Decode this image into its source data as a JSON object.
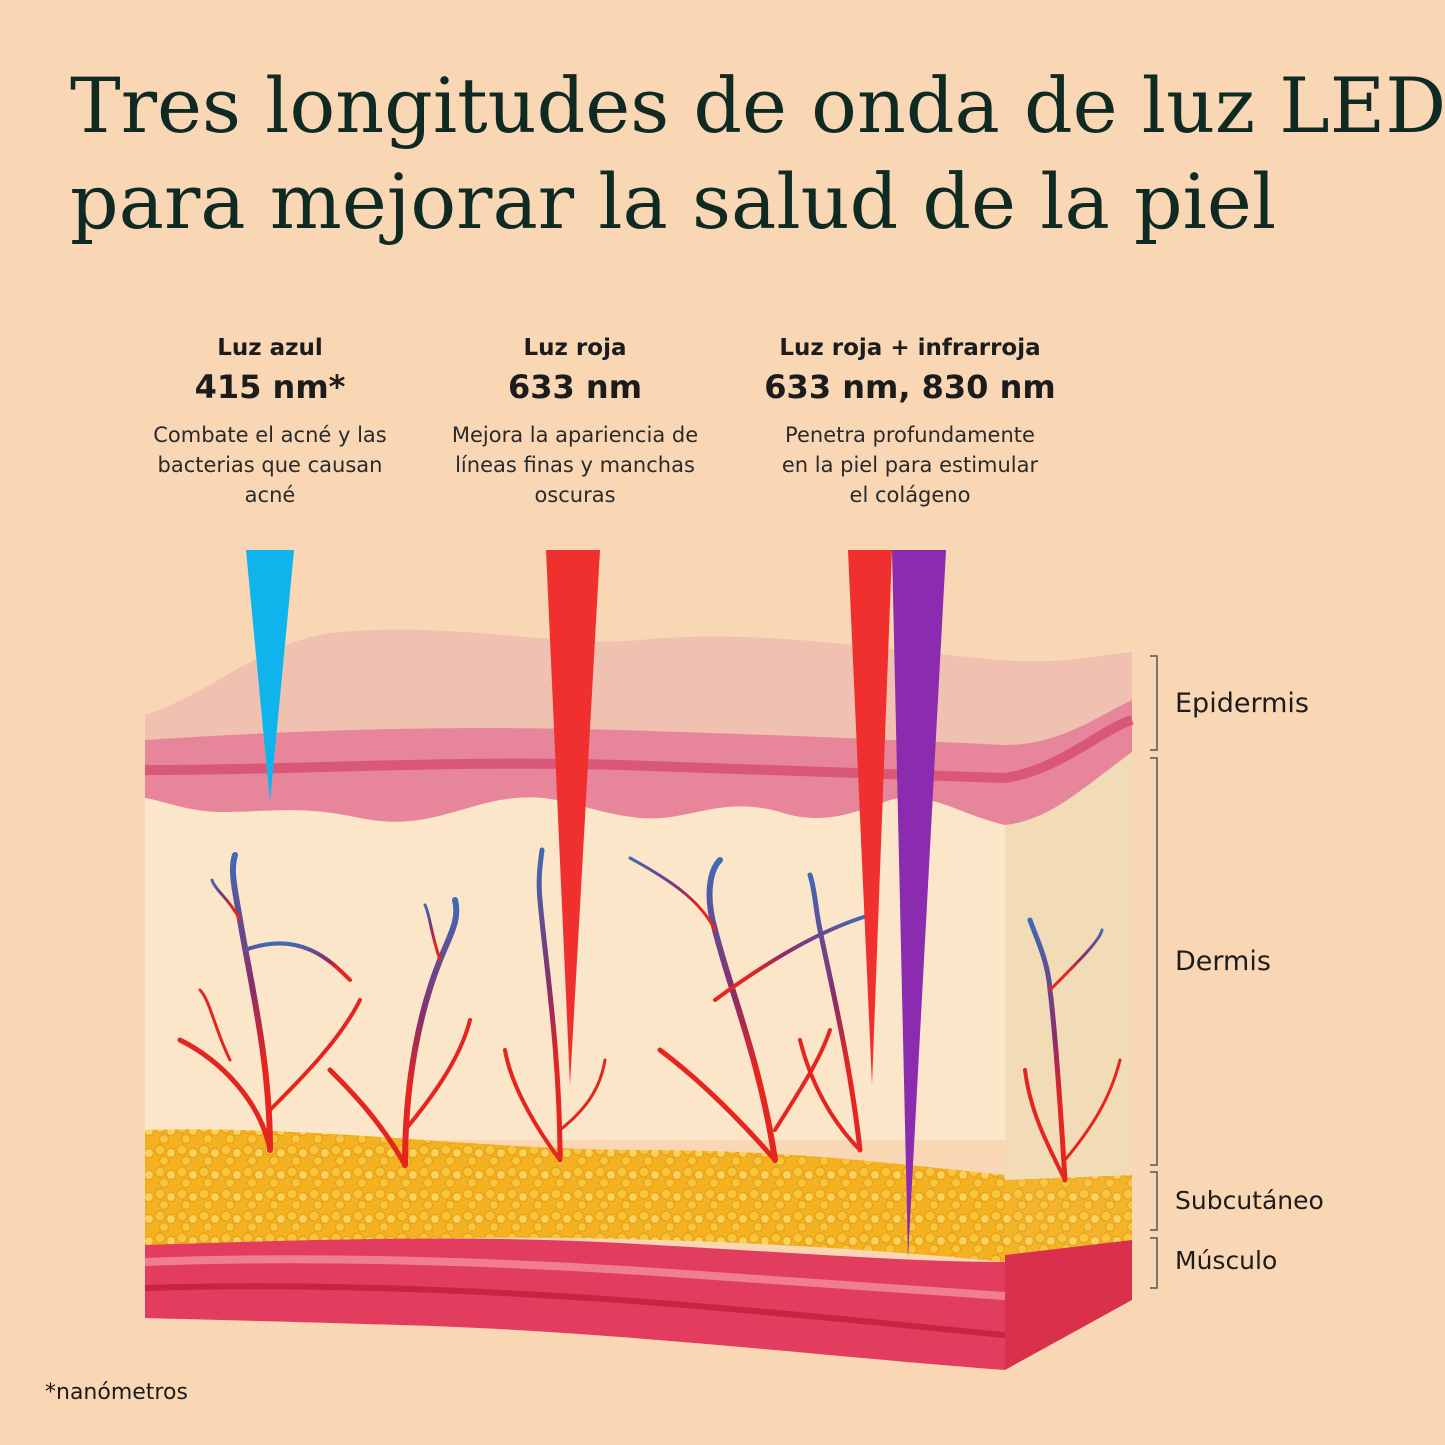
{
  "title": {
    "line1": "Tres longitudes de onda de luz LED",
    "line2": "para mejorar la salud de la piel"
  },
  "lights": [
    {
      "name": "Luz azul",
      "wavelength": "415 nm*",
      "description": [
        "Combate el acné y las",
        "bacterias que causan",
        "acné"
      ],
      "color": "#10b4ec"
    },
    {
      "name": "Luz roja",
      "wavelength": "633 nm",
      "description": [
        "Mejora la apariencia de",
        "líneas finas y manchas",
        "oscuras"
      ],
      "color": "#f0302e"
    },
    {
      "name": "Luz roja + infrarroja",
      "wavelength": "633 nm, 830 nm",
      "description": [
        "Penetra profundamente",
        "en la piel para estimular",
        "el colágeno"
      ],
      "color": "#f0302e",
      "color2": "#8b2bb0"
    }
  ],
  "layers": {
    "epidermis": "Epidermis",
    "dermis": "Dermis",
    "subcutaneous": "Subcutáneo",
    "muscle": "Músculo"
  },
  "footnote": "*nanómetros",
  "colors": {
    "background": "#f9d6b4",
    "title": "#0f2a23",
    "epidermis": "#e7869a",
    "dermis": "#fbe6c9",
    "fat": "#f4b221",
    "muscle": "#e23c5e",
    "vessel_red": "#e5251f",
    "vessel_blue": "#4a69b8"
  }
}
